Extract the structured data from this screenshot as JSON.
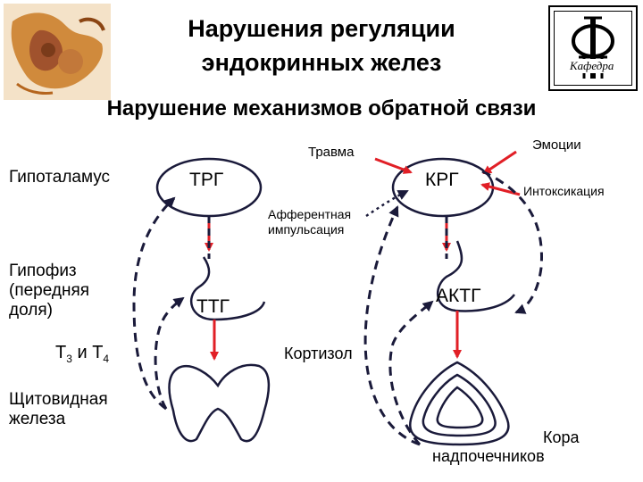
{
  "header": {
    "title_line1": "Нарушения регуляции",
    "title_line2": "эндокринных желез",
    "subtitle": "Нарушение механизмов обратной связи"
  },
  "logo": {
    "caption": "Кафедра"
  },
  "left_labels": {
    "hypothalamus": "Гипоталамус",
    "pituitary_1": "Гипофиз",
    "pituitary_2": "(передняя",
    "pituitary_3": "доля)",
    "t3t4_a": "Т",
    "t3t4_b": "3",
    "t3t4_c": " и Т",
    "t3t4_d": "4",
    "thyroid_1": "Щитовидная",
    "thyroid_2": "железа"
  },
  "hormones": {
    "trg": "ТРГ",
    "krg": "КРГ",
    "ttg": "ТТГ",
    "aktg": "АКТГ",
    "cortisol": "Кортизол"
  },
  "factors": {
    "trauma": "Травма",
    "emotions": "Эмоции",
    "intoxication": "Интоксикация",
    "afferent_1": "Афферентная",
    "afferent_2": "импульсация"
  },
  "adrenal": {
    "line1": "Кора",
    "line2": "надпочечников"
  },
  "colors": {
    "arrow_red": "#e11f26",
    "line_dark": "#1a1a3a"
  }
}
